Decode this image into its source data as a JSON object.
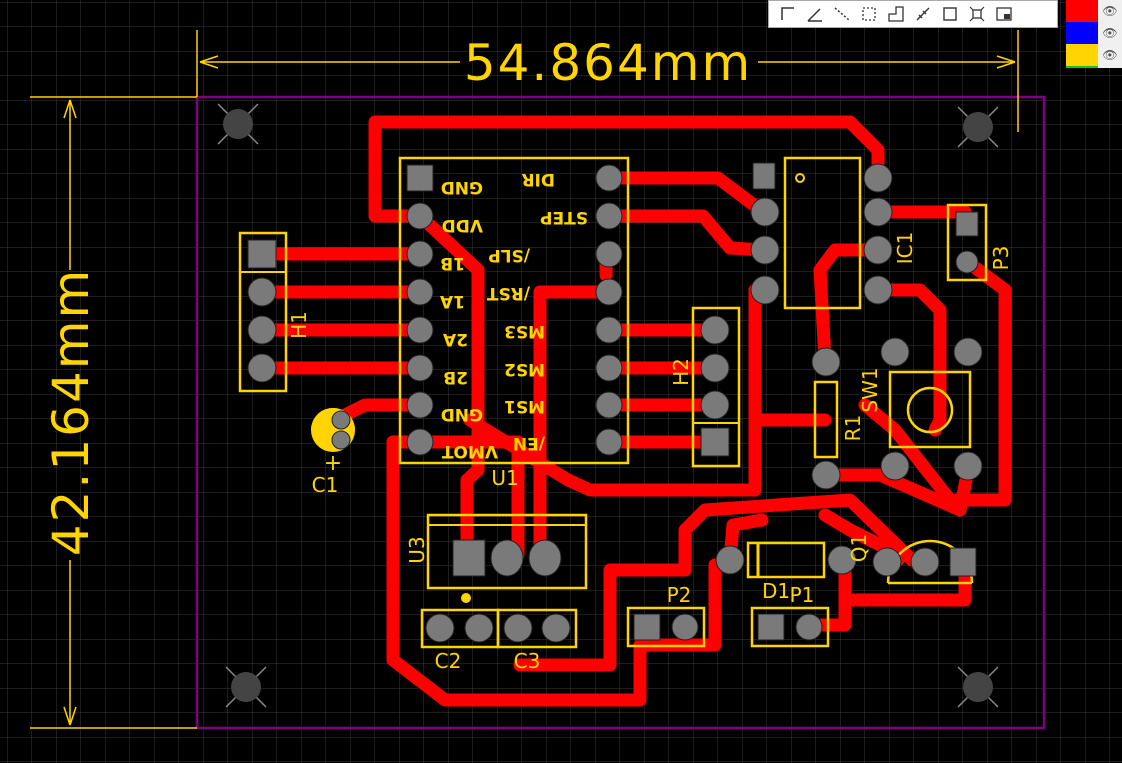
{
  "dimensions": {
    "width_label": "54.864mm",
    "height_label": "42.164mm"
  },
  "components": {
    "U1": {
      "label": "U1",
      "left_pins": [
        "GND",
        "VDD",
        "1B",
        "1A",
        "2A",
        "2B",
        "GND",
        "VMOT"
      ],
      "right_pins": [
        "DIR",
        "STEP",
        "/SLP",
        "/RST",
        "MS3",
        "MS2",
        "MS1",
        "/EN"
      ]
    },
    "H1": "H1",
    "H2": "H2",
    "IC1": "IC1",
    "P3": "P3",
    "SW1": "SW1",
    "R1": "R1",
    "C1": "C1",
    "C1_polarity": "+",
    "U3": "U3",
    "C2": "C2",
    "C3": "C3",
    "P2": "P2",
    "D1": "D1",
    "P1": "P1",
    "Q1": "Q1"
  },
  "colors": {
    "copper": "#ff0000",
    "silkscreen": "#ffd400",
    "outline": "#800080",
    "pad": "#7a7a7a",
    "background": "#000000"
  },
  "toolbar": {
    "tools": [
      "route-icon",
      "angle-icon",
      "dotted-line-icon",
      "dashed-rect-icon",
      "polygon-icon",
      "measure-icon",
      "rect-icon",
      "component-icon",
      "window-icon"
    ]
  },
  "layers": {
    "items": [
      "red-layer",
      "blue-layer",
      "yellow-layer"
    ]
  }
}
